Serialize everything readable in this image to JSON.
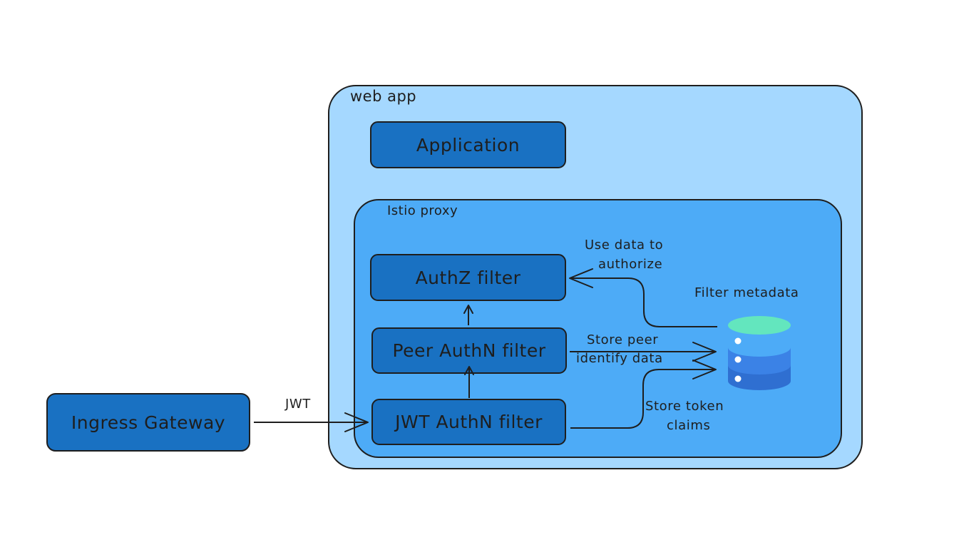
{
  "diagram": {
    "containers": {
      "web_app": {
        "title": "web app"
      },
      "istio_proxy": {
        "title": "Istio proxy"
      }
    },
    "nodes": {
      "application": "Application",
      "authz_filter": "AuthZ filter",
      "peer_authn_filter": "Peer AuthN filter",
      "jwt_authn_filter": "JWT AuthN filter",
      "ingress_gateway": "Ingress Gateway",
      "filter_metadata": "Filter metadata"
    },
    "edges": {
      "jwt": "JWT",
      "use_data_line1": "Use data to",
      "use_data_line2": "authorize",
      "store_peer_line1": "Store peer",
      "store_peer_line2": "identify data",
      "store_token_line1": "Store token",
      "store_token_line2": "claims"
    },
    "colors": {
      "web_app_fill": "#a5d8ff",
      "istio_proxy_fill": "#4dabf7",
      "node_fill": "#1971c2",
      "stroke": "#1e1e1e",
      "db_top": "#63e6be",
      "db_layer1": "#4dabf7",
      "db_layer2": "#3b82e6",
      "db_layer3": "#2f6fd1"
    },
    "icons": [
      "database-icon"
    ]
  }
}
